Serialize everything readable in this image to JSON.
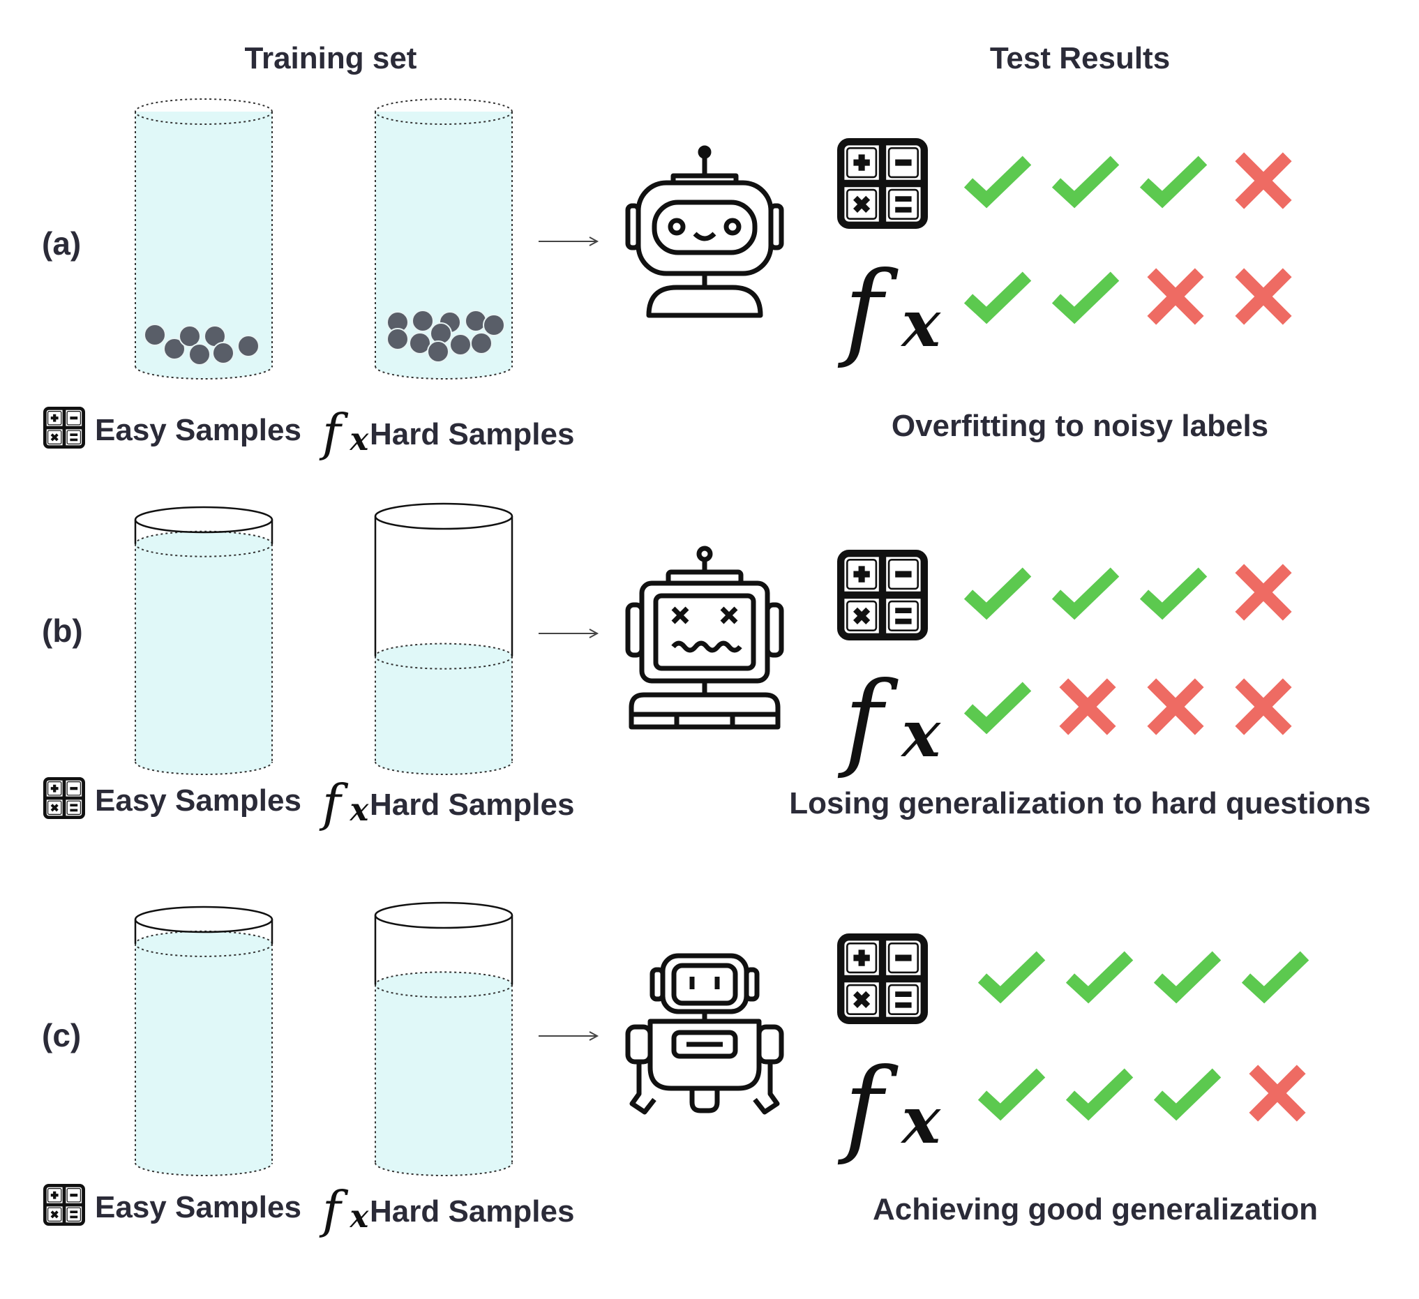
{
  "header": {
    "training_set": "Training set",
    "test_results": "Test Results"
  },
  "legend": {
    "easy": "Easy Samples",
    "hard": "Hard Samples",
    "easy_icon": "calculator-icon",
    "hard_icon": "function-fx-icon"
  },
  "colors": {
    "water": "#e0f8f8",
    "ball": "#595e68",
    "check": "#5cc94f",
    "cross": "#ee6b63",
    "ink": "#111111",
    "text": "#2b2b38"
  },
  "rows": [
    {
      "label": "(a)",
      "caption": "Overfitting to noisy labels",
      "robot_icon": "happy-robot-icon",
      "easy_container": "balls-at-bottom",
      "hard_container": "balls-at-bottom",
      "easy_results": [
        "check",
        "check",
        "check",
        "cross"
      ],
      "hard_results": [
        "check",
        "check",
        "cross",
        "cross"
      ]
    },
    {
      "label": "(b)",
      "caption": "Losing generalization to hard questions",
      "robot_icon": "dizzy-robot-icon",
      "easy_container": "full",
      "hard_container": "partly-filled",
      "easy_results": [
        "check",
        "check",
        "check",
        "cross"
      ],
      "hard_results": [
        "check",
        "cross",
        "cross",
        "cross"
      ]
    },
    {
      "label": "(c)",
      "caption": "Achieving good generalization",
      "robot_icon": "walking-robot-icon",
      "easy_container": "full",
      "hard_container": "mostly-filled",
      "easy_results": [
        "check",
        "check",
        "check",
        "check"
      ],
      "hard_results": [
        "check",
        "check",
        "check",
        "cross"
      ]
    }
  ]
}
